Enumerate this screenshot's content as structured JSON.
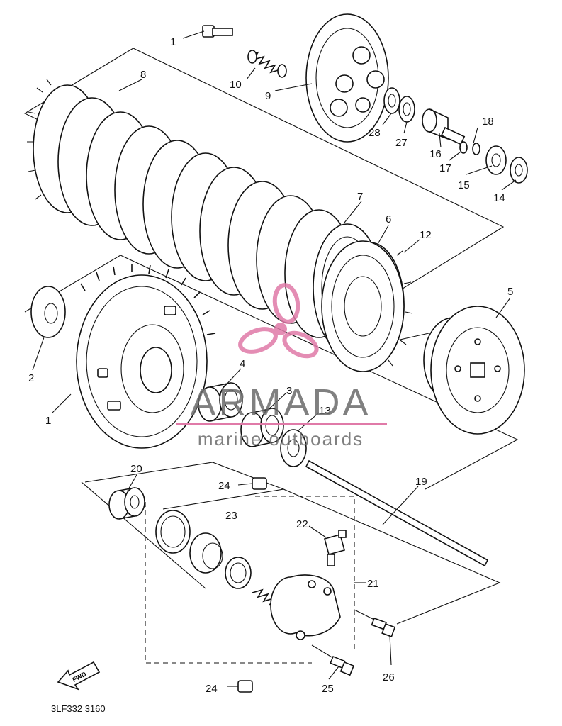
{
  "callouts": {
    "c1_top": "1",
    "c1_bottom": "1",
    "c2": "2",
    "c3": "3",
    "c4": "4",
    "c5": "5",
    "c6": "6",
    "c7": "7",
    "c8": "8",
    "c9": "9",
    "c10": "10",
    "c12": "12",
    "c13": "13",
    "c14": "14",
    "c15": "15",
    "c16": "16",
    "c17": "17",
    "c18": "18",
    "c19": "19",
    "c20": "20",
    "c21": "21",
    "c22": "22",
    "c23": "23",
    "c24_top": "24",
    "c24_bottom": "24",
    "c25": "25",
    "c26": "26",
    "c27": "27",
    "c28": "28"
  },
  "fwd_label": "FWD",
  "diagram_code": "3LF332 3160",
  "watermark": {
    "brand": "ARMADA",
    "tagline": "marine outboards",
    "color_text": "#6b6b6b",
    "color_logo": "#e07aa8"
  }
}
